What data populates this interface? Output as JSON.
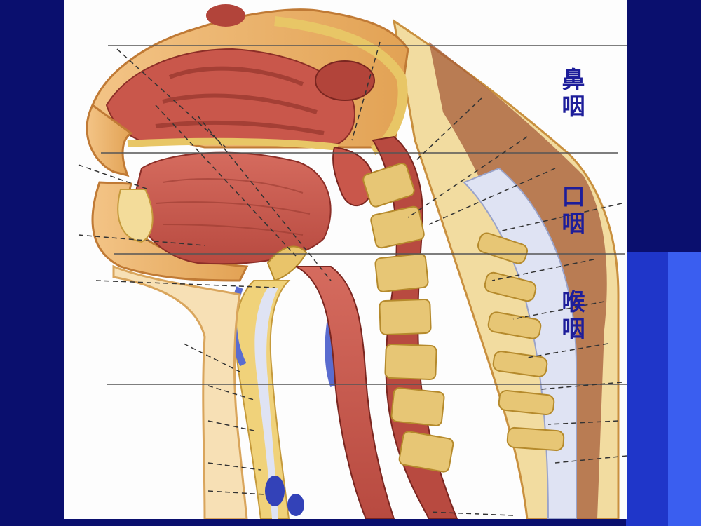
{
  "labels": {
    "nasopharynx": [
      "鼻",
      "咽"
    ],
    "oropharynx": [
      "口",
      "咽"
    ],
    "laryngopharynx": [
      "喉",
      "咽"
    ]
  },
  "colors": {
    "background": "#0a0f6e",
    "accent": "#3a5ef0",
    "label": "#1d1d9a",
    "tissue": "#c8554a",
    "bone": "#e6c46a",
    "fat": "#f0d27a"
  }
}
